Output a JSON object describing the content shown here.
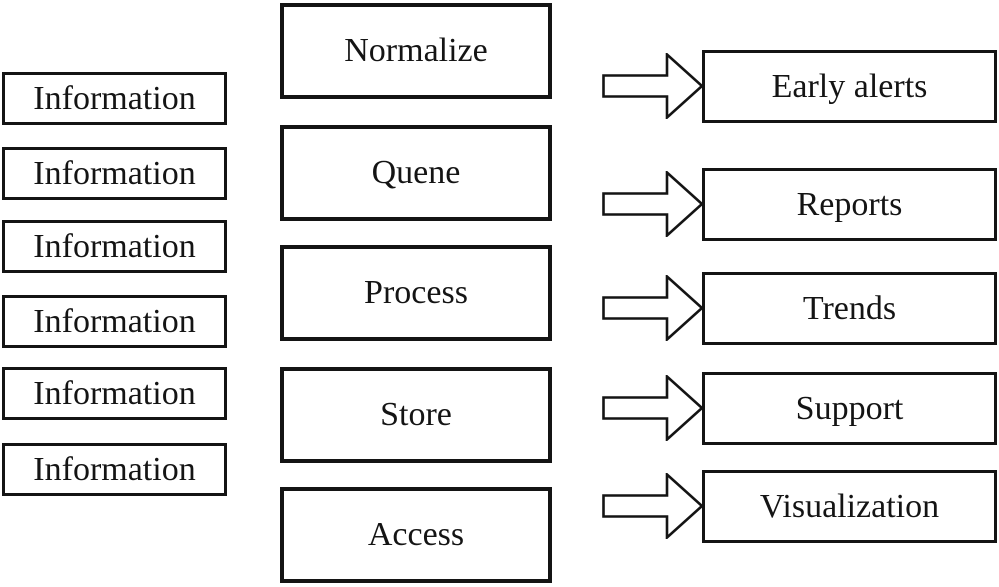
{
  "colors": {
    "background": "#ffffff",
    "line": "#141414",
    "text": "#141414"
  },
  "left_column": {
    "items": [
      {
        "label": "Information"
      },
      {
        "label": "Information"
      },
      {
        "label": "Information"
      },
      {
        "label": "Information"
      },
      {
        "label": "Information"
      },
      {
        "label": "Information"
      }
    ]
  },
  "middle_column": {
    "items": [
      {
        "label": "Normalize"
      },
      {
        "label": "Quene"
      },
      {
        "label": "Process"
      },
      {
        "label": "Store"
      },
      {
        "label": "Access"
      }
    ]
  },
  "right_column": {
    "items": [
      {
        "icon": "right-block-arrow-icon",
        "label": "Early alerts"
      },
      {
        "icon": "right-block-arrow-icon",
        "label": "Reports"
      },
      {
        "icon": "right-block-arrow-icon",
        "label": "Trends"
      },
      {
        "icon": "right-block-arrow-icon",
        "label": "Support"
      },
      {
        "icon": "right-block-arrow-icon",
        "label": "Visualization"
      }
    ]
  }
}
